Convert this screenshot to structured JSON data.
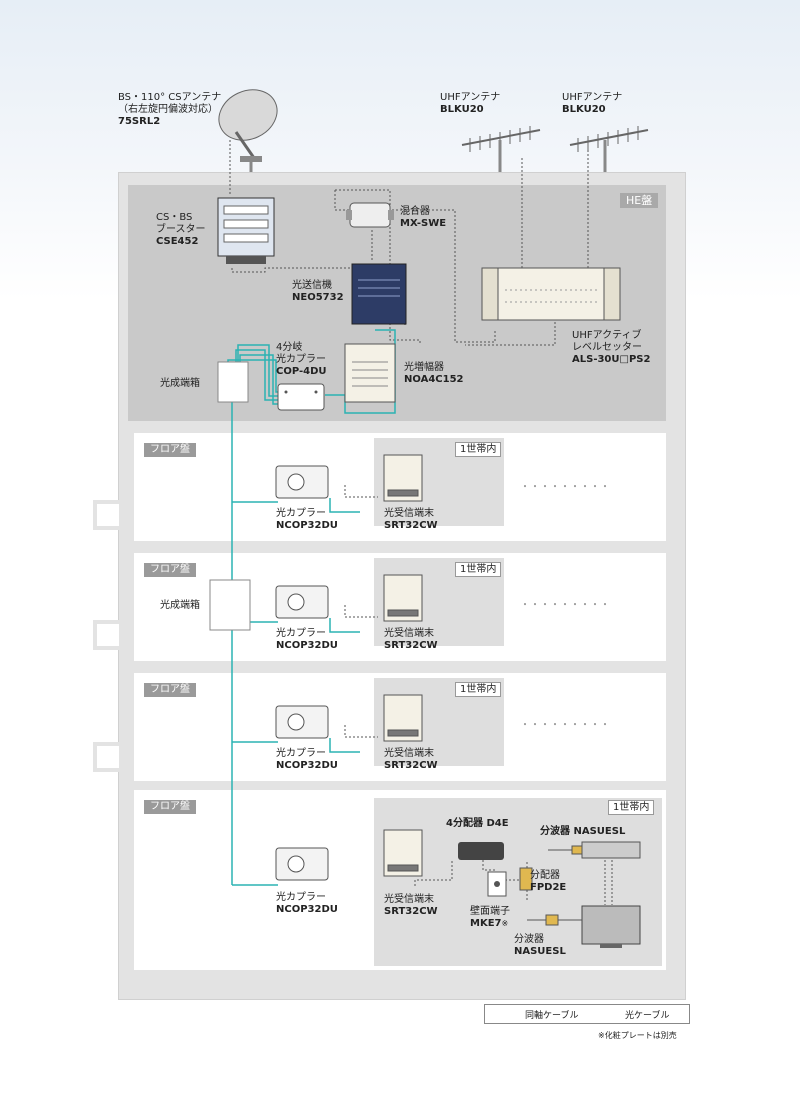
{
  "antennas": {
    "bs": {
      "line1": "BS・110° CSアンテナ",
      "line2": "（右左旋円偏波対応）",
      "model": "75SRL2"
    },
    "uhf1": {
      "name": "UHFアンテナ",
      "model": "BLKU20"
    },
    "uhf2": {
      "name": "UHFアンテナ",
      "model": "BLKU20"
    }
  },
  "he": {
    "tag": "HE盤",
    "booster": {
      "line1": "CS・BS",
      "line2": "ブースター",
      "model": "CSE452"
    },
    "mixer": {
      "name": "混合器",
      "model": "MX-SWE"
    },
    "transmitter": {
      "name": "光送信機",
      "model": "NEO5732"
    },
    "coupler4": {
      "line1": "4分岐",
      "line2": "光カプラー",
      "model": "COP-4DU"
    },
    "amp": {
      "name": "光増幅器",
      "model": "NOA4C152"
    },
    "termbox": "光成端箱",
    "uhf_setter": {
      "line1": "UHFアクティブ",
      "line2": "レベルセッター",
      "model": "ALS-30U□PS2"
    }
  },
  "floors": [
    {
      "tag": "フロア盤",
      "coupler": "光カプラー",
      "coupler_model": "NCOP32DU",
      "terminal": "光受信端末",
      "terminal_model": "SRT32CW",
      "unit": "1世帯内",
      "dots": "・・・・・・・・・"
    },
    {
      "tag": "フロア盤",
      "termbox": "光成端箱",
      "coupler": "光カプラー",
      "coupler_model": "NCOP32DU",
      "terminal": "光受信端末",
      "terminal_model": "SRT32CW",
      "unit": "1世帯内",
      "dots": "・・・・・・・・・"
    },
    {
      "tag": "フロア盤",
      "coupler": "光カプラー",
      "coupler_model": "NCOP32DU",
      "terminal": "光受信端末",
      "terminal_model": "SRT32CW",
      "unit": "1世帯内",
      "dots": "・・・・・・・・・"
    },
    {
      "tag": "フロア盤",
      "coupler": "光カプラー",
      "coupler_model": "NCOP32DU",
      "terminal": "光受信端末",
      "terminal_model": "SRT32CW",
      "unit": "1世帯内",
      "splitter4": "4分配器 D4E",
      "sep1": "分波器 NASUESL",
      "splitter2_name": "分配器",
      "splitter2_model": "FPD2E",
      "wall_name": "壁面端子",
      "wall_model": "MKE7",
      "wall_mark": "※",
      "sep2_name": "分波器",
      "sep2_model": "NASUESL"
    }
  ],
  "legend": {
    "coax": "同軸ケーブル",
    "fiber": "光ケーブル"
  },
  "note": "※化粧プレートは別売",
  "colors": {
    "fiber": "#2bb3b3",
    "coax": "#555555"
  }
}
